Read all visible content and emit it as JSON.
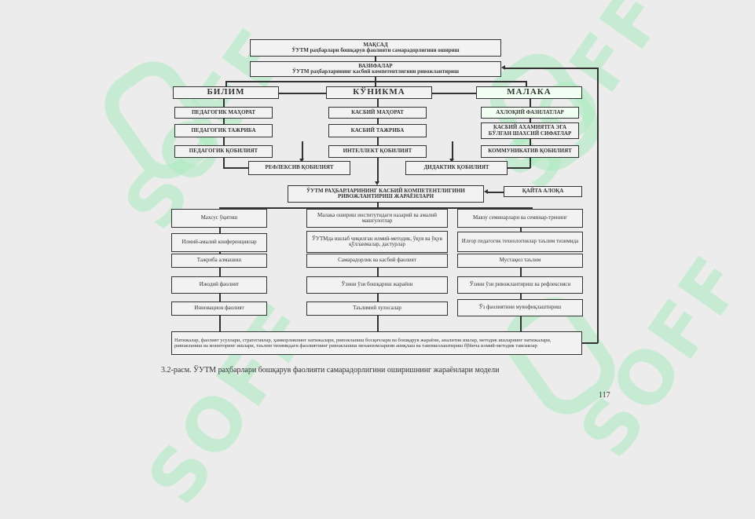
{
  "diagram": {
    "goal_box": "МАҚСАД\nЎУТМ раҳбарлари бошқарув фаолияти самарадорлигини ошириш",
    "tasks_box": "ВАЗИФАЛАР\nЎУТМ раҳбарларининг касбий компетентлигини ривожлантириш",
    "pillars": [
      "БИЛИМ",
      "КЎНИКМА",
      "МАЛАКА"
    ],
    "row1": [
      "ПЕДАГОГИК МАҲОРАТ",
      "КАСБИЙ МАҲОРАТ",
      "АХЛОҚИЙ ФАЗИЛАТЛАР"
    ],
    "row2": [
      "ПЕДАГОГИК ТАЖРИБА",
      "КАСБИЙ ТАЖРИБА",
      "КАСБИЙ АХАМИЯТГА ЭГА БЎЛГАН ШАХСИЙ СИФАТЛАР"
    ],
    "row3": [
      "ПЕДАГОГИК ҚОБИЛИЯТ",
      "ИНТЕЛЛЕКТ ҚОБИЛИЯТ",
      "КОММУНИКАТИВ ҚОБИЛИЯТ"
    ],
    "row4": [
      "РЕФЛЕКСИВ ҚОБИЛИЯТ",
      "ДИДАКТИК ҚОБИЛИЯТ"
    ],
    "central_box": "ЎУТМ РАҲБАРЛАРИНИНГ КАСБИЙ КОМПЕТЕНТЛИГИНИ РИВОЖЛАНТИРИШ ЖАРАЁНЛАРИ",
    "feedback_box": "ҚАЙТА АЛОҚА",
    "col_left": [
      "Махсус ўқитиш",
      "Илмий-амалий конференциялар",
      "Тажриба алмашиш",
      "Ижодий фаолият",
      "Инновацион фаолият"
    ],
    "col_mid": [
      "Малака ошириш институтидаги назарий ва амалий машғулотлар",
      "ЎУТМда ишлаб чиқилган илмий-методик, ўқув ва ўқув қўлланмалар, дастурлар",
      "Самарадорлик ва касбий фаолият",
      "Ўзини ўзи бошқариш жараёни",
      "Таълимий хулосалар"
    ],
    "col_right": [
      "Мавзу семинарлари ва семинар-тренинг",
      "Илғор педагогик технологиялар таълим тизимида",
      "Мустақил таълим",
      "Ўзини ўзи ривожлантириш ва рефлексияси",
      "Ўз фаолиятини мувофиқлаштириш"
    ],
    "bottom_box": "Натижалар, фаолият усуллари, стратегиялар, ҳамкорликнинг натижалари, ривожланиш босқичлари ва бошқарув жараёни, аналитик ишлар, методик ишларнинг натижалари, ривожланиш ва мониторинг ишлари, таълим тизимидаги фаолиятнинг ривожланиш механизмларини аниқлаш ва такомиллаштириш бўйича илмий-методик тавсиялар"
  },
  "caption": "3.2-расм. ЎУТМ раҳбарлари бошқарув фаолияти самарадорлигини оширишнинг жараёнлари модели",
  "page_number": "117",
  "watermark": "SOFF"
}
